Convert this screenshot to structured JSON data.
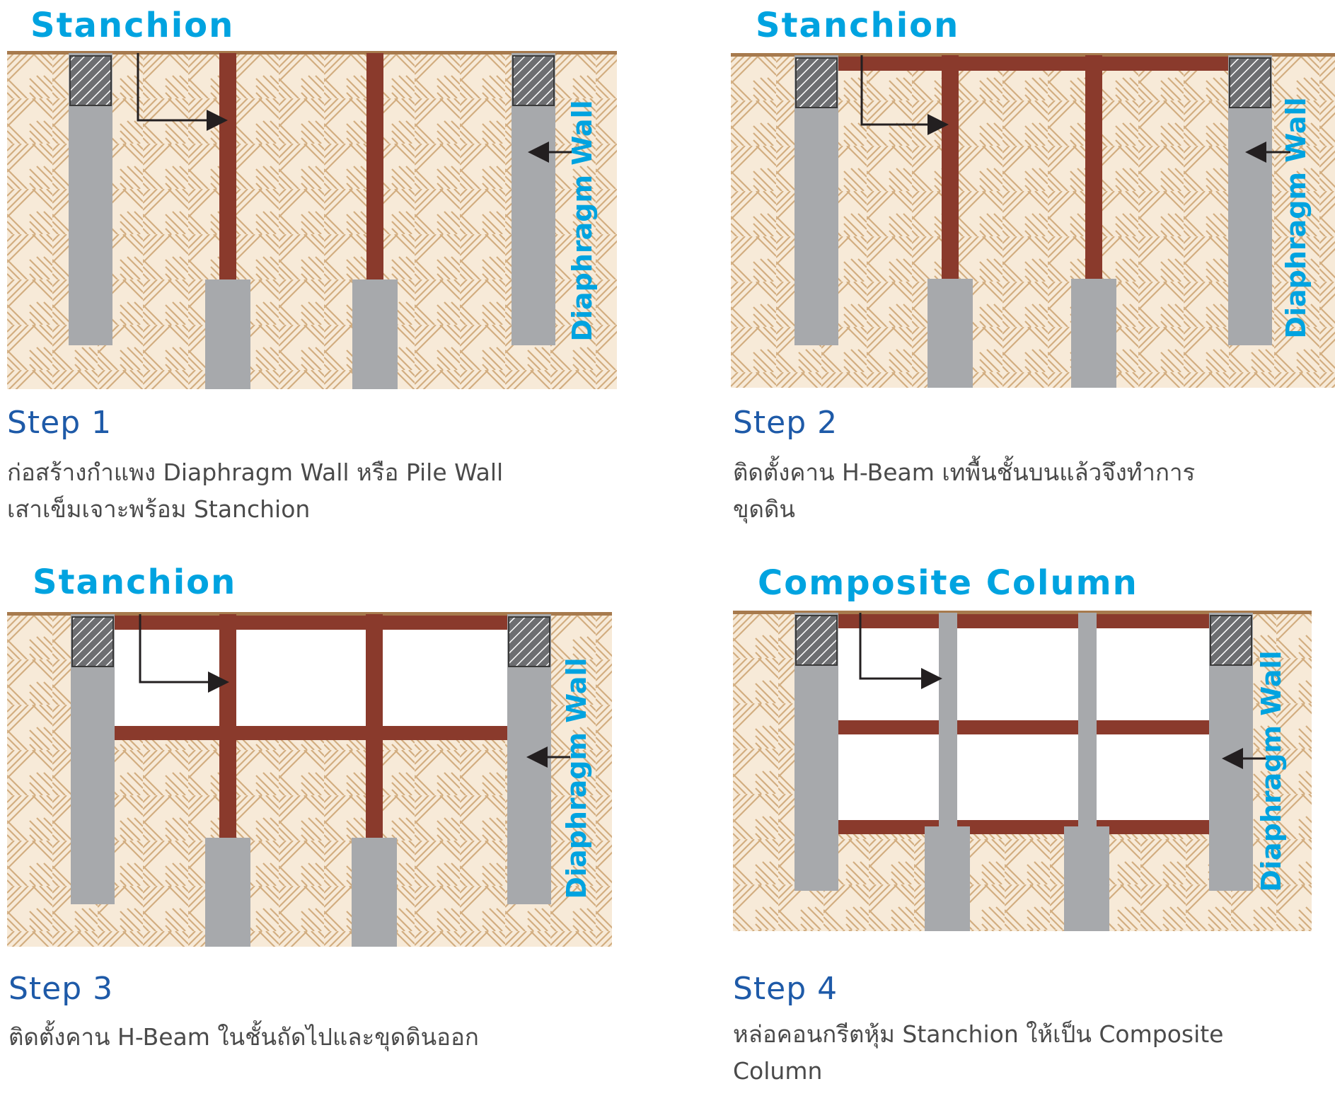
{
  "colors": {
    "soil": "#f7ead8",
    "hatch": "#d2ad80",
    "ground_line": "#a77a4d",
    "concrete": "#a7a9ac",
    "steel": "#8a3a2c",
    "capping": "#6d6e71",
    "label_blue": "#00a3e0",
    "step_title": "#1e5aa8",
    "desc_text": "#4a4a4a",
    "arrow": "#231f20"
  },
  "panels": [
    {
      "label": "Stanchion",
      "wall_label": "Diaphragm Wall",
      "step_title": "Step 1",
      "description": [
        "ก่อสร้างกำแพง Diaphragm Wall หรือ Pile Wall",
        "เสาเข็มเจาะพร้อม Stanchion"
      ]
    },
    {
      "label": "Stanchion",
      "wall_label": "Diaphragm Wall",
      "step_title": "Step 2",
      "description": [
        "ติดตั้งคาน H-Beam เทพื้นชั้นบนแล้วจึงทำการ",
        "ขุดดิน"
      ]
    },
    {
      "label": "Stanchion",
      "wall_label": "Diaphragm Wall",
      "step_title": "Step 3",
      "description": [
        "ติดตั้งคาน H-Beam ในชั้นถัดไปและขุดดินออก"
      ]
    },
    {
      "label": "Composite Column",
      "wall_label": "Diaphragm Wall",
      "step_title": "Step 4",
      "description": [
        "หล่อคอนกรีตหุ้ม Stanchion ให้เป็น Composite",
        "Column"
      ]
    }
  ]
}
